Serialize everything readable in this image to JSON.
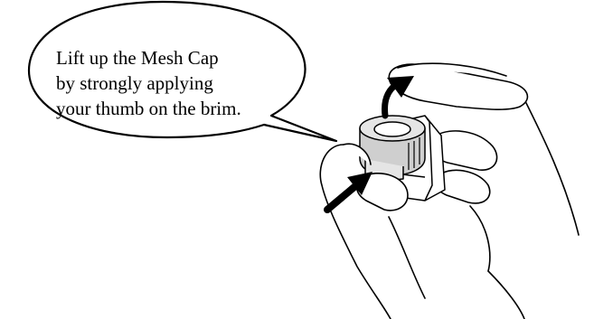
{
  "callout": {
    "lines": [
      "Lift up the Mesh Cap",
      "by strongly applying",
      "your thumb on the brim."
    ]
  },
  "figure": {
    "subject": "hands lifting mesh cap",
    "icons": [
      "speech-bubble",
      "lift-up-arrow-icon",
      "push-arrow-icon"
    ]
  }
}
